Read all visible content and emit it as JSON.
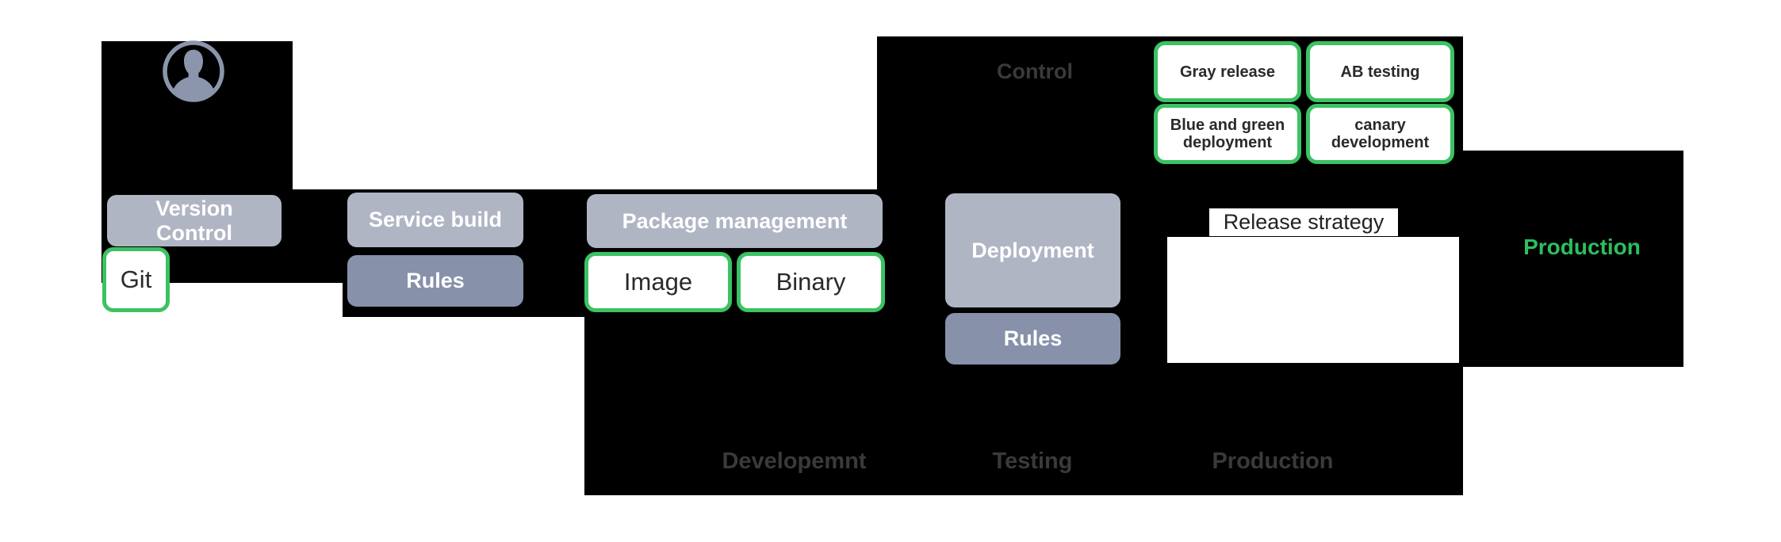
{
  "colors": {
    "background_black": "#000000",
    "button_gray": "#afb5c3",
    "button_dark_gray": "#8791a9",
    "accent_green_border": "#3cc262",
    "production_green": "#2dbe5e",
    "muted_label_gray": "#3a3a3c",
    "avatar_gray": "#8b95ac"
  },
  "icons": {
    "avatar": "user-avatar-icon"
  },
  "pipeline": {
    "version_control": {
      "label": "Version\nControl"
    },
    "git": {
      "label": "Git"
    },
    "service_build": {
      "label": "Service build"
    },
    "build_rules": {
      "label": "Rules"
    },
    "package_management": {
      "label": "Package management"
    },
    "image": {
      "label": "Image"
    },
    "binary": {
      "label": "Binary"
    },
    "deployment": {
      "label": "Deployment"
    },
    "deployment_rules": {
      "label": "Rules"
    },
    "release_strategy": {
      "label": "Release strategy"
    },
    "production": {
      "label": "Production"
    }
  },
  "control": {
    "label": "Control"
  },
  "release_options": [
    {
      "label": "Gray release"
    },
    {
      "label": "AB testing"
    },
    {
      "label": "Blue and green\ndeployment"
    },
    {
      "label": "canary\ndevelopment"
    }
  ],
  "lanes": [
    {
      "label": "Developemnt"
    },
    {
      "label": "Testing"
    },
    {
      "label": "Production"
    }
  ]
}
